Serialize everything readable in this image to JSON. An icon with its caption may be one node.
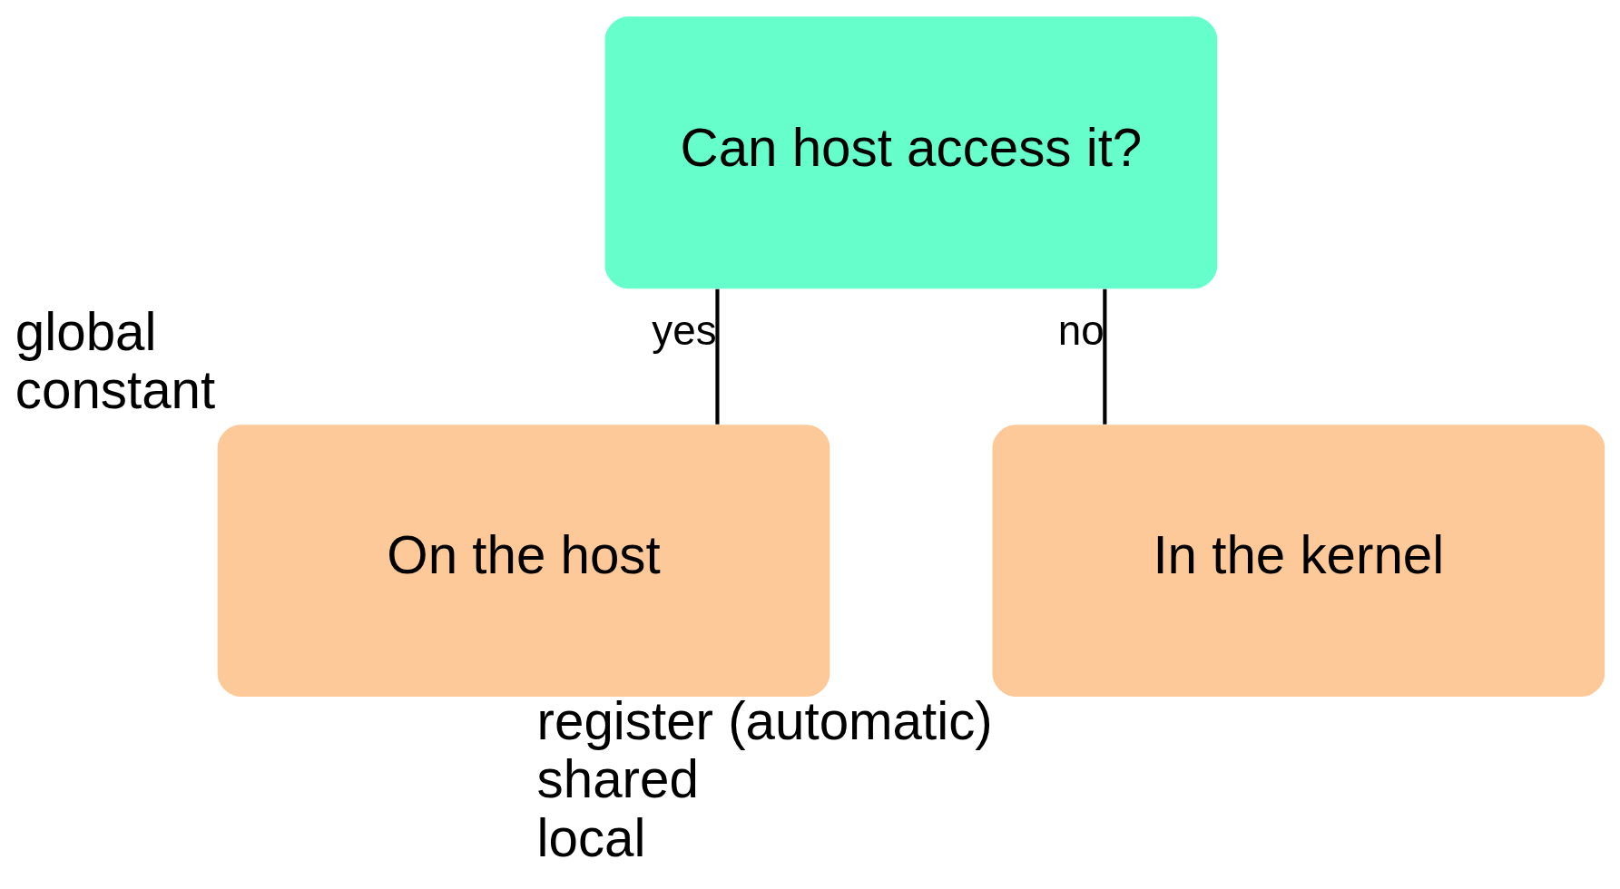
{
  "diagram": {
    "nodes": [
      {
        "text": [
          "Can host access it?"
        ]
      },
      {
        "text": [
          "On the host"
        ],
        "beside": [
          "global",
          "constant"
        ]
      },
      {
        "text": [
          "In the kernel"
        ],
        "beside": [
          "register (automatic)",
          "shared",
          "local"
        ]
      }
    ],
    "edges": [
      {
        "from": 0,
        "to": 1,
        "label": "yes",
        "arrow": "none"
      },
      {
        "from": 0,
        "to": 2,
        "label": "no",
        "arrow": "none"
      }
    ]
  }
}
